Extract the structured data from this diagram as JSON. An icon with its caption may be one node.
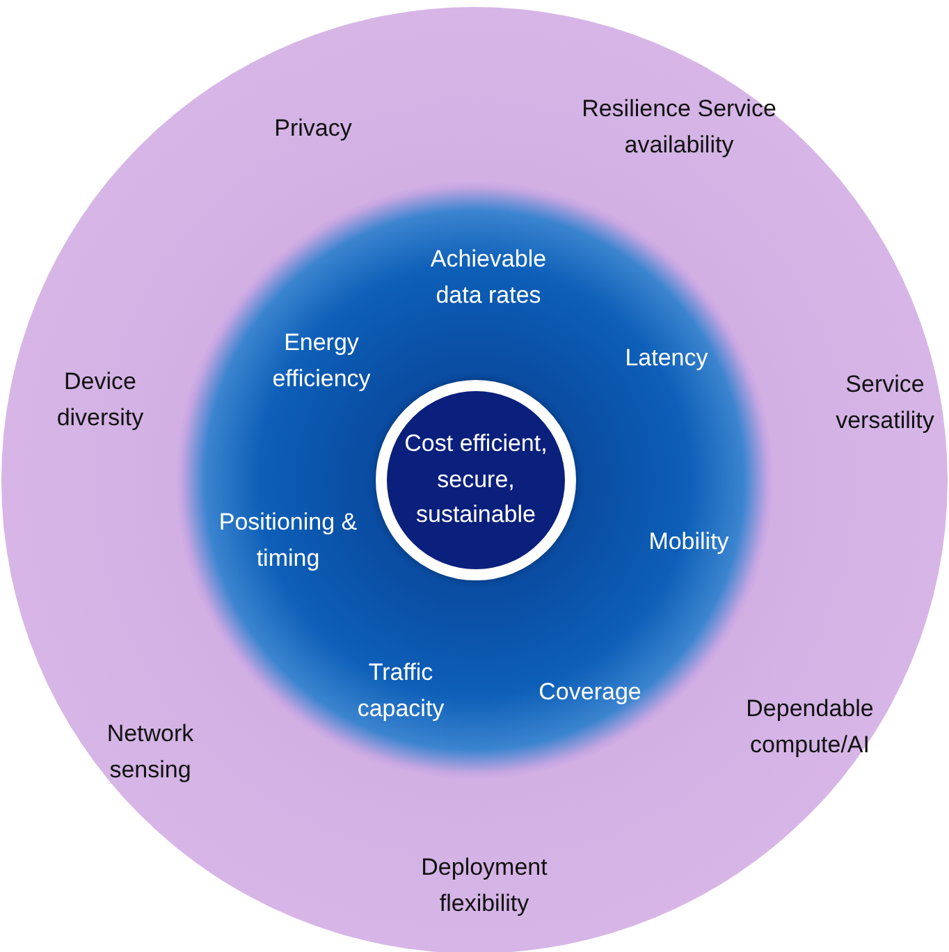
{
  "diagram": {
    "nodes": [
      {
        "text": [
          "Privacy",
          "Resilience Service availability",
          "Device diversity",
          "Service versatility",
          "Network sensing",
          "Dependable compute/AI",
          "Deployment flexibility"
        ]
      },
      {
        "text": [
          "Achievable data rates",
          "Energy efficiency",
          "Latency",
          "Positioning & timing",
          "Mobility",
          "Traffic capacity",
          "Coverage"
        ],
        "in": 0
      },
      {
        "text": [
          "Cost efficient, secure, sustainable"
        ],
        "in": 1
      }
    ]
  }
}
